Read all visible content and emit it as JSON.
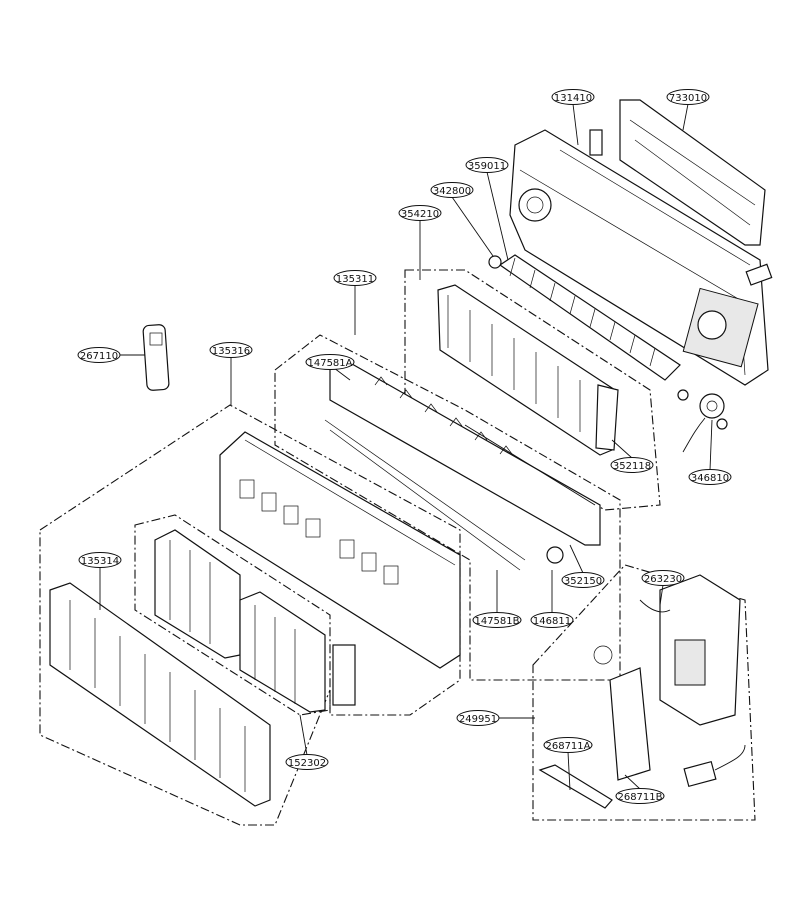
{
  "diagram": {
    "labels": {
      "p131410": "131410",
      "p733010": "733010",
      "p359011": "359011",
      "p342800": "342800",
      "p354210": "354210",
      "p135311": "135311",
      "p267110": "267110",
      "p135316": "135316",
      "p147581A": "147581A",
      "p352118": "352118",
      "p346810": "346810",
      "p135314": "135314",
      "p263230": "263230",
      "p352150": "352150",
      "p147581B": "147581B",
      "p146811": "146811",
      "p249951": "249951",
      "p268711A": "268711A",
      "p152302": "152302",
      "p268711B": "268711B"
    }
  }
}
